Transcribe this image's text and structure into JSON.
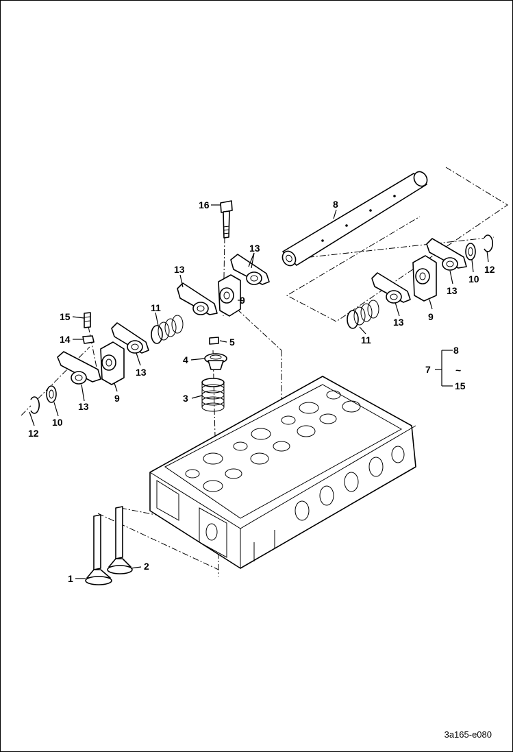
{
  "callouts": {
    "c1": "1",
    "c2": "2",
    "c3": "3",
    "c4": "4",
    "c5": "5",
    "c7": "7",
    "c7_top": "8",
    "c7_mid": "~",
    "c7_bot": "15",
    "c8": "8",
    "c9a": "9",
    "c9b": "9",
    "c9c": "9",
    "c10a": "10",
    "c10b": "10",
    "c11a": "11",
    "c11b": "11",
    "c12a": "12",
    "c12b": "12",
    "c13a": "13",
    "c13b": "13",
    "c13c": "13",
    "c13d": "13",
    "c13e": "13",
    "c13f": "13",
    "c14": "14",
    "c15": "15",
    "c16": "16"
  },
  "figure_code": "3a165-e080"
}
